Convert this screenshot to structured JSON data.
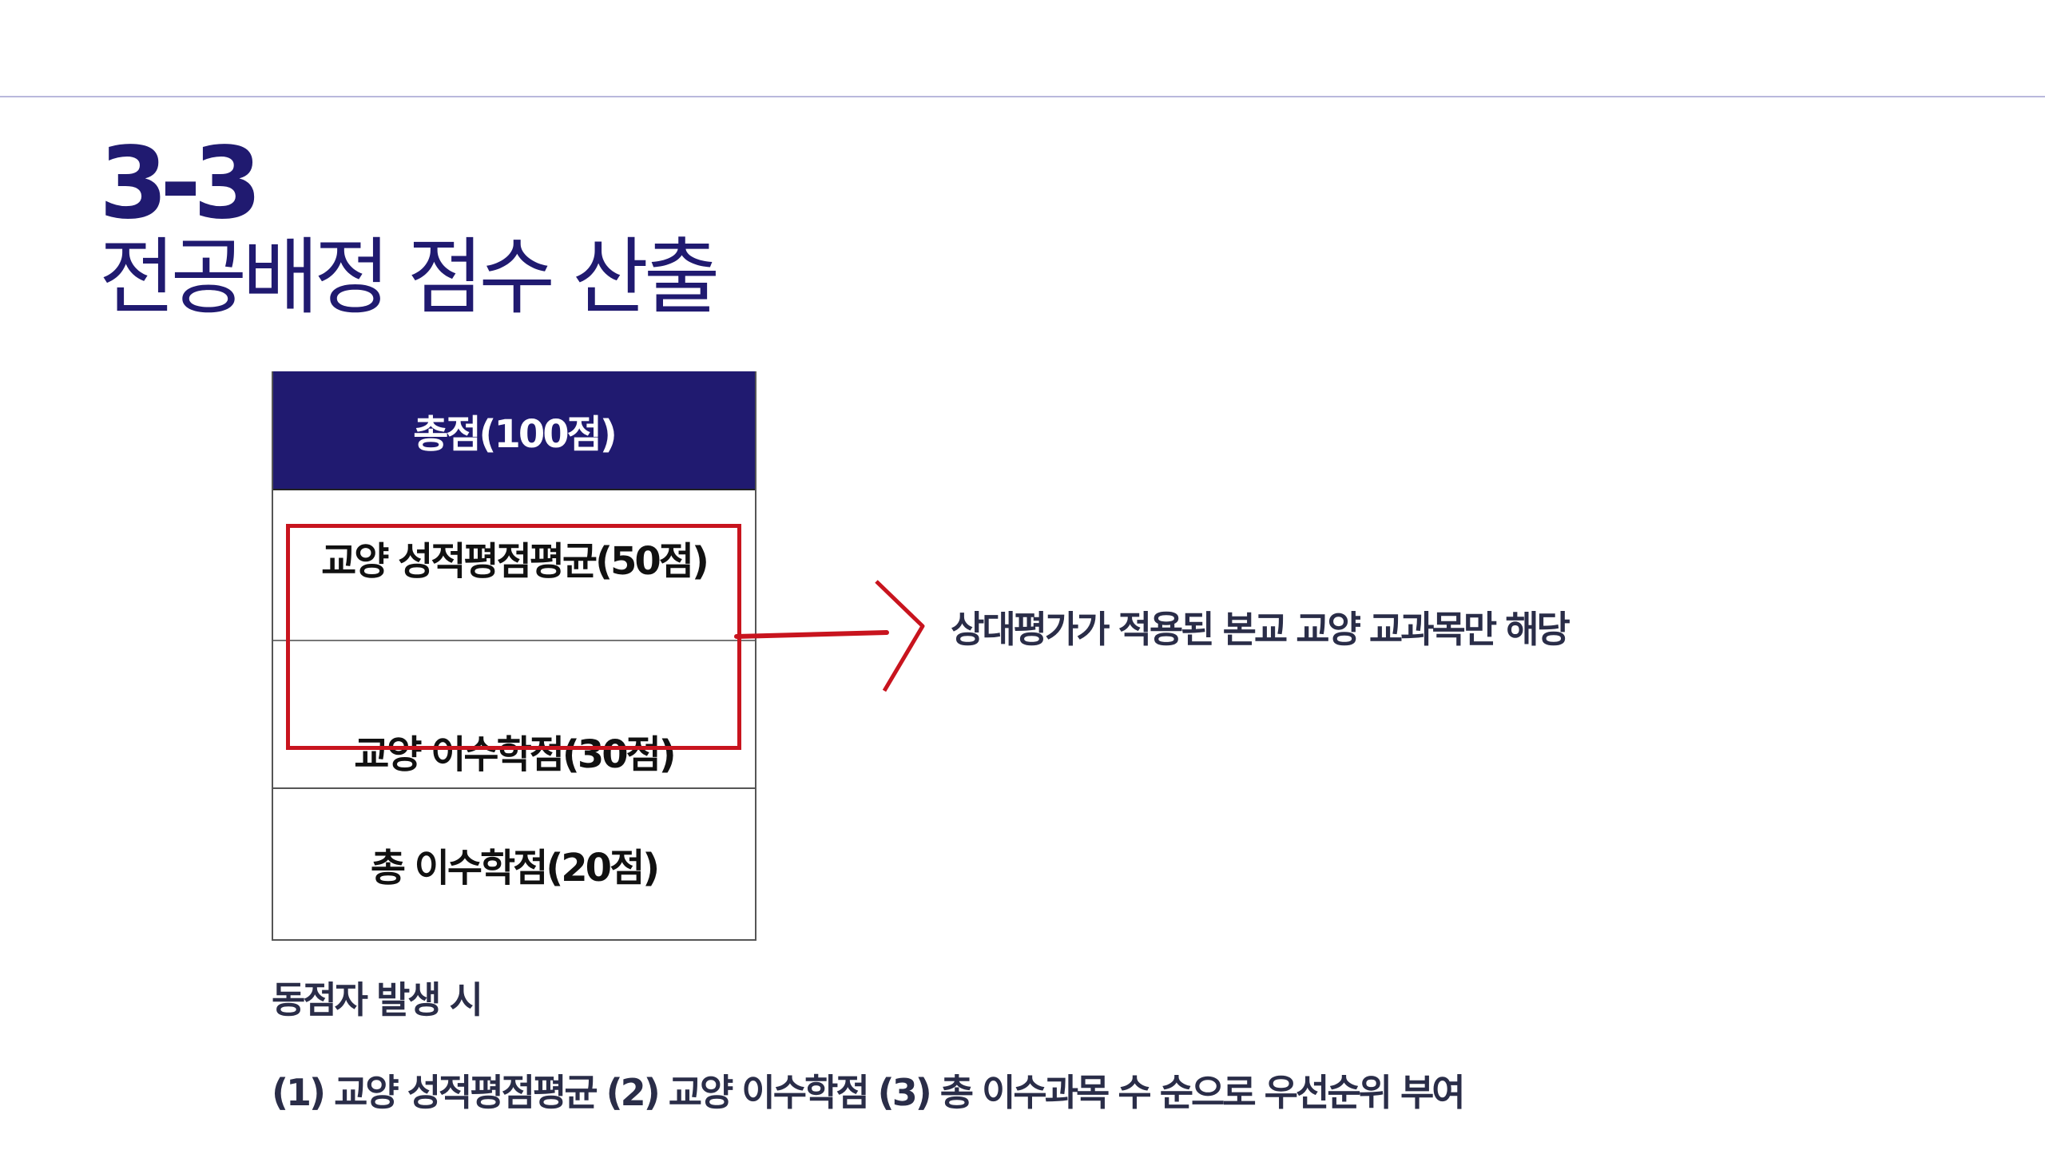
{
  "section": {
    "number": "3-3",
    "title": "전공배정 점수 산출"
  },
  "table": {
    "header": "총점(100점)",
    "rows": [
      "교양 성적평점평균(50점)",
      "교양 이수학점(30점)",
      "총 이수학점(20점)"
    ]
  },
  "annotation": {
    "note": "상대평가가 적용된 본교 교양 교과목만 해당",
    "highlight_color": "#c8141e"
  },
  "tiebreak": {
    "heading": "동점자 발생 시",
    "text": "(1) 교양 성적평점평균 (2) 교양 이수학점 (3) 총 이수과목 수 순으로 우선순위 부여"
  },
  "colors": {
    "brand": "#201a70",
    "text": "#2a2d48"
  }
}
